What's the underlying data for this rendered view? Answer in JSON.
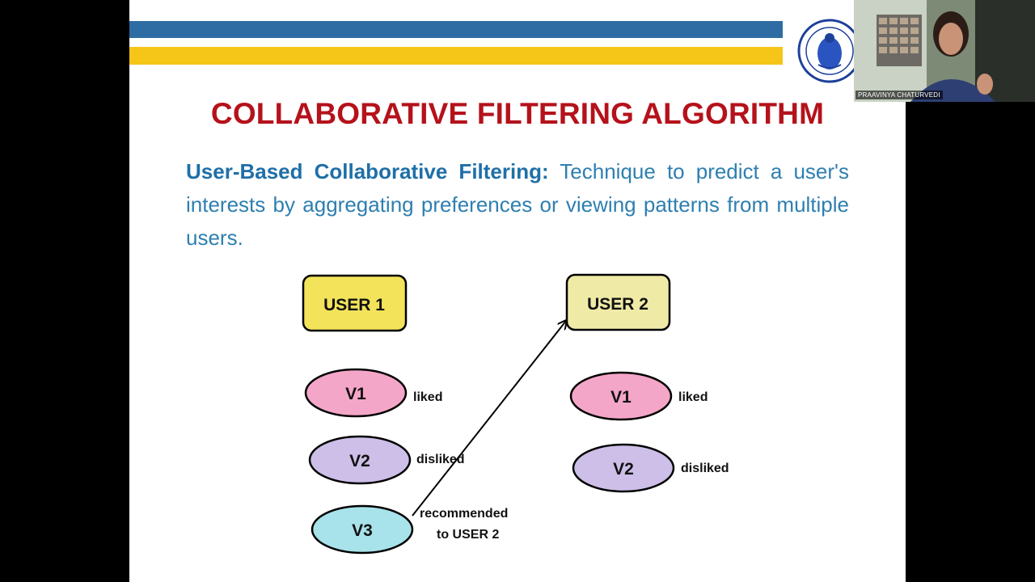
{
  "slide": {
    "title": "COLLABORATIVE FILTERING ALGORITHM",
    "description_lead": "User-Based Collaborative Filtering:",
    "description_text": " Technique to predict a user's interests by aggregating preferences or viewing patterns from multiple users."
  },
  "diagram": {
    "user1": "USER 1",
    "user2": "USER 2",
    "u1_v1": "V1",
    "u1_v1_status": "liked",
    "u1_v2": "V2",
    "u1_v2_status": "disliked",
    "u1_v3": "V3",
    "u1_v3_status_line1": "recommended",
    "u1_v3_status_line2": "to USER 2",
    "u2_v1": "V1",
    "u2_v1_status": "liked",
    "u2_v2": "V2",
    "u2_v2_status": "disliked"
  },
  "webcam": {
    "participant_name": "PRAAVINYA CHATURVEDI"
  },
  "colors": {
    "title": "#b5121b",
    "text": "#2e7fb0",
    "bar_blue": "#2e6da4",
    "bar_yellow": "#f5c518",
    "user1_box": "#f2e35a",
    "user2_box": "#efeaa6",
    "v1": "#f4a6c8",
    "v2": "#cdbfe8",
    "v3": "#a8e2ea"
  }
}
